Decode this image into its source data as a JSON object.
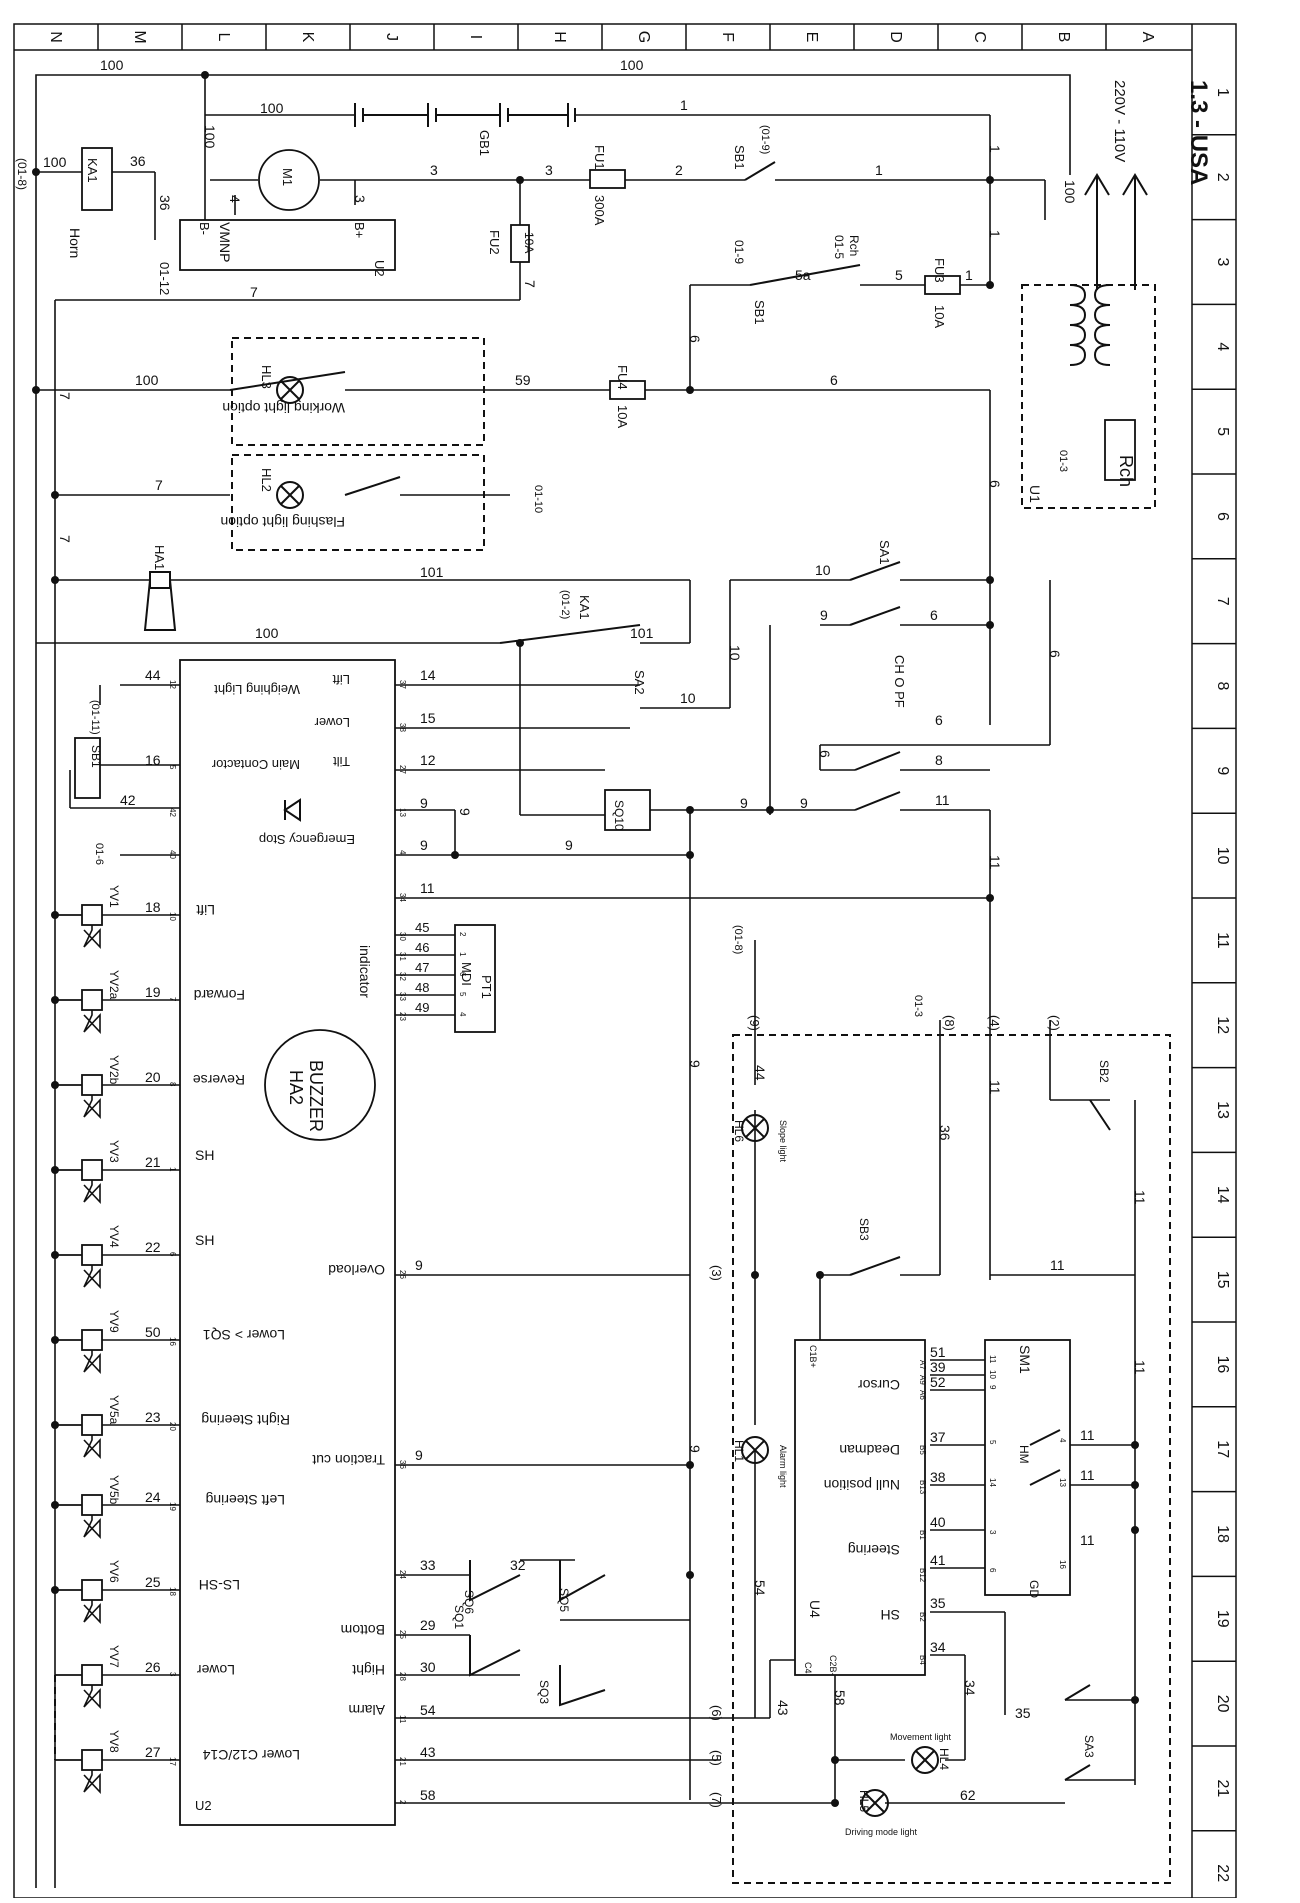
{
  "title": "1.3 - USA",
  "col_letters": [
    "N",
    "M",
    "L",
    "K",
    "J",
    "I",
    "H",
    "G",
    "F",
    "E",
    "D",
    "C",
    "B",
    "A"
  ],
  "row_numbers": [
    "1",
    "2",
    "3",
    "4",
    "5",
    "6",
    "7",
    "8",
    "9",
    "10",
    "11",
    "12",
    "13",
    "14",
    "15",
    "16",
    "17",
    "18",
    "19",
    "20",
    "21",
    "22"
  ],
  "labels": {
    "supply": "220V - 110V",
    "gb1": "GB1",
    "fu1": "FU1",
    "fu1_val": "300A",
    "fu2": "FU2",
    "fu2_val": "10A",
    "fu3": "FU3",
    "fu3_val": "10A",
    "fu4": "FU4",
    "fu4_val": "10A",
    "m1": "M1",
    "vmnp": "VMNP",
    "bminus": "B-",
    "bplus": "B+",
    "u2": "U2",
    "u2b": "U2",
    "ka1": "KA1",
    "horn": "Horn",
    "ref_0112": "01-12",
    "ref_018": "(01-8)",
    "sb1": "SB1",
    "ref_019a": "(01-9)",
    "ref_019b": "01-9",
    "rch": "Rch",
    "ref_015": "01-5",
    "rch_b": "Rch",
    "ref_013": "01-3",
    "u1": "U1",
    "hl3": "HL3",
    "work": "Working light option",
    "hl2": "HL2",
    "flash": "Flashing light option",
    "ref_0110": "01-10",
    "ha1": "HA1",
    "sa1": "SA1",
    "ka1b": "KA1",
    "ref_012": "(01-2)",
    "choopf": "CH O PF",
    "sa2": "SA2",
    "sq10": "SQ10",
    "sb1b": "SB1",
    "ref_0111": "(01-11)",
    "ref_016": "01-6",
    "lift": "Lift",
    "lower": "Lower",
    "tilt": "Tilt",
    "estop": "Emergency Stop",
    "wlight": "Weighing Light",
    "maincont": "Main Contactor",
    "indicator": "indicator",
    "mdi": "MDI",
    "pt1": "PT1",
    "buzzer": "BUZZER",
    "ha2": "HA2",
    "yv1": "YV1",
    "yv2a": "YV2a",
    "yv2b": "YV2b",
    "yv3": "YV3",
    "yv4": "YV4",
    "yv9": "YV9",
    "yv5a": "YV5a",
    "yv5b": "YV5b",
    "yv6": "YV6",
    "yv7": "YV7",
    "yv8": "YV8",
    "f_lift": "Lift",
    "f_fwd": "Forward",
    "f_rev": "Reverse",
    "f_sh1": "SH",
    "f_sh2": "SH",
    "f_lowersq": "Lower > SQ1",
    "f_rsteer": "Right Steering",
    "f_lsteer": "Left Steering",
    "f_lssh": "LS-SH",
    "f_lower": "Lower",
    "f_lowerc": "Lower C12/C14",
    "overload": "Overload",
    "traction": "Traction cut",
    "bottom": "Bottom",
    "hight": "Hight",
    "alarm": "Alarm",
    "sq1": "SQ1",
    "sq3": "SQ3",
    "sq5": "SQ5",
    "sq6": "SQ6",
    "hl6": "HL6",
    "slope": "Slope light",
    "hl1": "HL1",
    "alarmlight": "Alarm light",
    "sb2": "SB2",
    "sb3": "SB3",
    "u4": "U4",
    "sm1": "SM1",
    "hm": "HM",
    "gd": "GD",
    "sa3": "SA3",
    "hl4": "HL4",
    "movelight": "Movement light",
    "hl5": "HL5",
    "drivelight": "Driving mode light",
    "cursor": "Cursor",
    "deadman": "Deadman",
    "nullpos": "Null position",
    "steering": "Steering",
    "u4sh": "SH",
    "c1b": "C1B+",
    "c2b": "C2B-",
    "c4": "C4",
    "a7": "A7",
    "a9": "A9",
    "a6": "A6",
    "b5": "B5",
    "b13": "B13",
    "b1": "B1",
    "b12": "B12",
    "b2": "B2",
    "b4": "B4",
    "ref_018b": "(01-8)",
    "ref_013b": "01-3",
    "p9": "(9)",
    "p8": "(8)",
    "p4": "(4)",
    "p2": "(2)",
    "p3": "(3)",
    "p6": "(6)",
    "p5": "(5)",
    "p7": "(7)"
  },
  "wires": {
    "w100a": "100",
    "w100b": "100",
    "w100c": "100",
    "w100d": "100",
    "w100e": "100",
    "w100f": "100",
    "w100g": "100",
    "w100h": "100",
    "w1a": "1",
    "w1b": "1",
    "w1c": "1",
    "w1d": "1",
    "w1e": "1",
    "w2": "2",
    "w3a": "3",
    "w3b": "3",
    "w3c": "3",
    "w4": "4",
    "w36a": "36",
    "w36b": "36",
    "w36c": "36",
    "w7a": "7",
    "w7b": "7",
    "w7c": "7",
    "w7d": "7",
    "w7e": "7",
    "w7f": "7",
    "w5a": "5a",
    "w5": "5",
    "w6a": "6",
    "w6b": "6",
    "w6c": "6",
    "w6d": "6",
    "w6e": "6",
    "w6f": "6",
    "w6g": "6",
    "w59": "59",
    "w101a": "101",
    "w101b": "101",
    "w10a": "10",
    "w10b": "10",
    "w10c": "10",
    "w9a": "9",
    "w9b": "9",
    "w9c": "9",
    "w9d": "9",
    "w9e": "9",
    "w9f": "9",
    "w9g": "9",
    "w9h": "9",
    "w9i": "9",
    "w9j": "9",
    "w9k": "9",
    "w8": "8",
    "w11a": "11",
    "w11b": "11",
    "w11c": "11",
    "w11d": "11",
    "w11e": "11",
    "w11f": "11",
    "w11g": "11",
    "w11h": "11",
    "w11i": "11",
    "w11j": "11",
    "w14": "14",
    "w15": "15",
    "w12": "12",
    "w44a": "44",
    "w44b": "44",
    "w16": "16",
    "w42": "42",
    "w45": "45",
    "w46": "46",
    "w47": "47",
    "w48": "48",
    "w49": "49",
    "w18": "18",
    "w19": "19",
    "w20": "20",
    "w21": "21",
    "w22": "22",
    "w50": "50",
    "w23": "23",
    "w24": "24",
    "w25": "25",
    "w26": "26",
    "w27": "27",
    "w33": "33",
    "w32": "32",
    "w29": "29",
    "w30": "30",
    "w54a": "54",
    "w54b": "54",
    "w43a": "43",
    "w43b": "43",
    "w58a": "58",
    "w58b": "58",
    "w51": "51",
    "w39": "39",
    "w52": "52",
    "w37": "37",
    "w38": "38",
    "w40": "40",
    "w41": "41",
    "w35a": "35",
    "w35b": "35",
    "w34a": "34",
    "w34b": "34",
    "w62": "62"
  },
  "pins": {
    "p37": "37",
    "p38": "38",
    "p27": "27",
    "p5": "5",
    "p13": "13",
    "p42": "42",
    "p40": "40",
    "p4": "4",
    "p34": "34",
    "p30": "30",
    "p31": "31",
    "p32": "32",
    "p33": "33",
    "p23": "23",
    "m2": "2",
    "m1": "1",
    "m6": "6",
    "m5": "5",
    "m4": "4",
    "p12": "12",
    "p10": "10",
    "p7": "7",
    "p8": "8",
    "p1": "1",
    "p6": "6",
    "p16": "16",
    "p20": "20",
    "p19": "19",
    "p18": "18",
    "p3": "3",
    "p17": "17",
    "p26": "26",
    "p36": "36",
    "p24": "24",
    "p25": "25",
    "p28": "28",
    "p11": "11",
    "p21": "21",
    "p2": "2",
    "s11": "11",
    "s10": "10",
    "s9": "9",
    "s5": "5",
    "s4": "4",
    "s14": "14",
    "s13": "13",
    "s3": "3",
    "s16": "16",
    "s6": "6"
  }
}
